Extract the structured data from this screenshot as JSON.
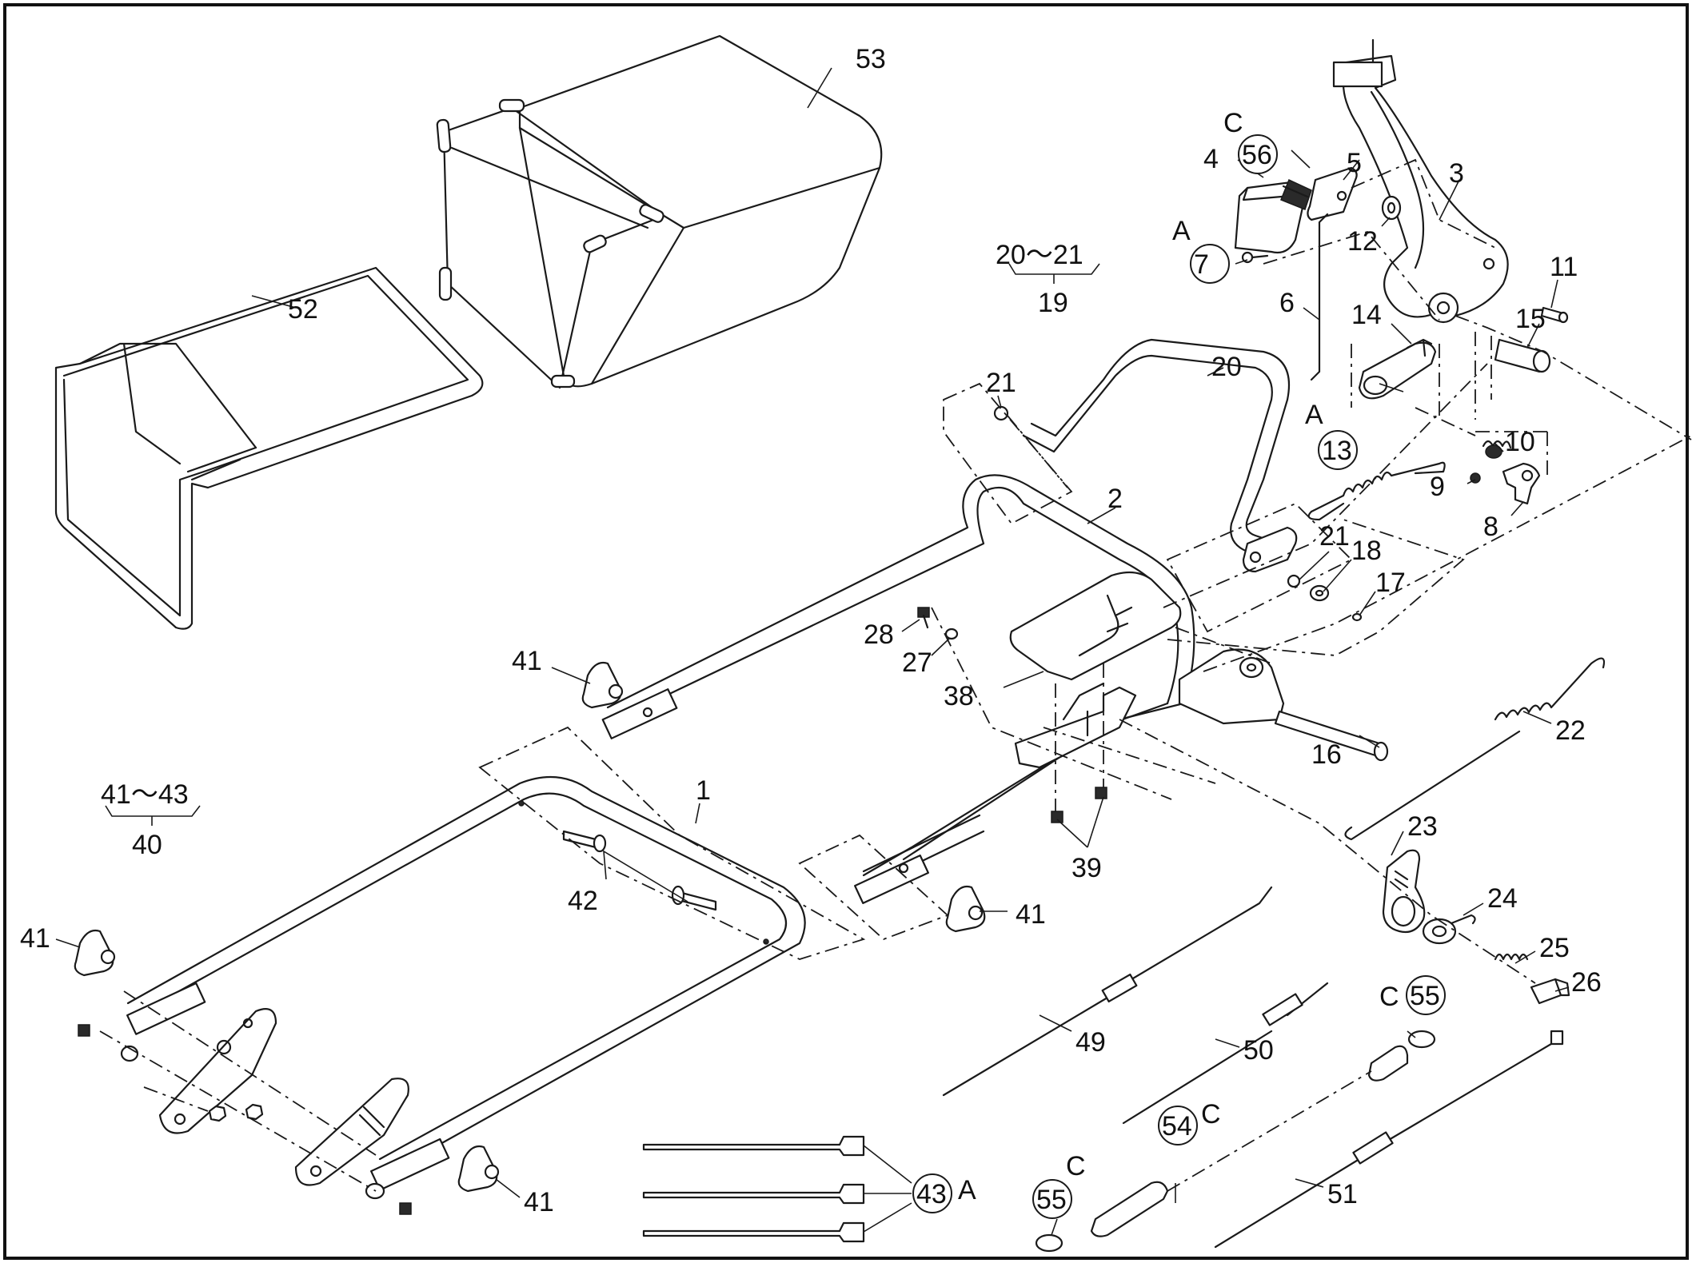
{
  "diagram": {
    "labels": {
      "p1": "1",
      "p2": "2",
      "p3": "3",
      "p4": "4",
      "p5": "5",
      "p6": "6",
      "p7": "7",
      "p8": "8",
      "p9": "9",
      "p10": "10",
      "p11": "11",
      "p12": "12",
      "p13": "13",
      "p14": "14",
      "p15": "15",
      "p16": "16",
      "p17": "17",
      "p18": "18",
      "p19": "19",
      "p20": "20",
      "p21a": "21",
      "p21b": "21",
      "p22": "22",
      "p23": "23",
      "p24": "24",
      "p25": "25",
      "p26": "26",
      "p27": "27",
      "p28": "28",
      "p38": "38",
      "p39": "39",
      "p40": "40",
      "p41a": "41",
      "p41b": "41",
      "p41c": "41",
      "p41d": "41",
      "p42": "42",
      "p43": "43",
      "p49": "49",
      "p50": "50",
      "p51": "51",
      "p52": "52",
      "p53": "53",
      "p54": "54",
      "p55a": "55",
      "p55b": "55",
      "p56": "56"
    },
    "groups": {
      "g19": "20～21",
      "g40": "41～43"
    },
    "letters": {
      "l_c56": "C",
      "l_a7": "A",
      "l_a13": "A",
      "l_c55a": "C",
      "l_c54": "C",
      "l_c55b": "C",
      "l_a43": "A"
    }
  }
}
